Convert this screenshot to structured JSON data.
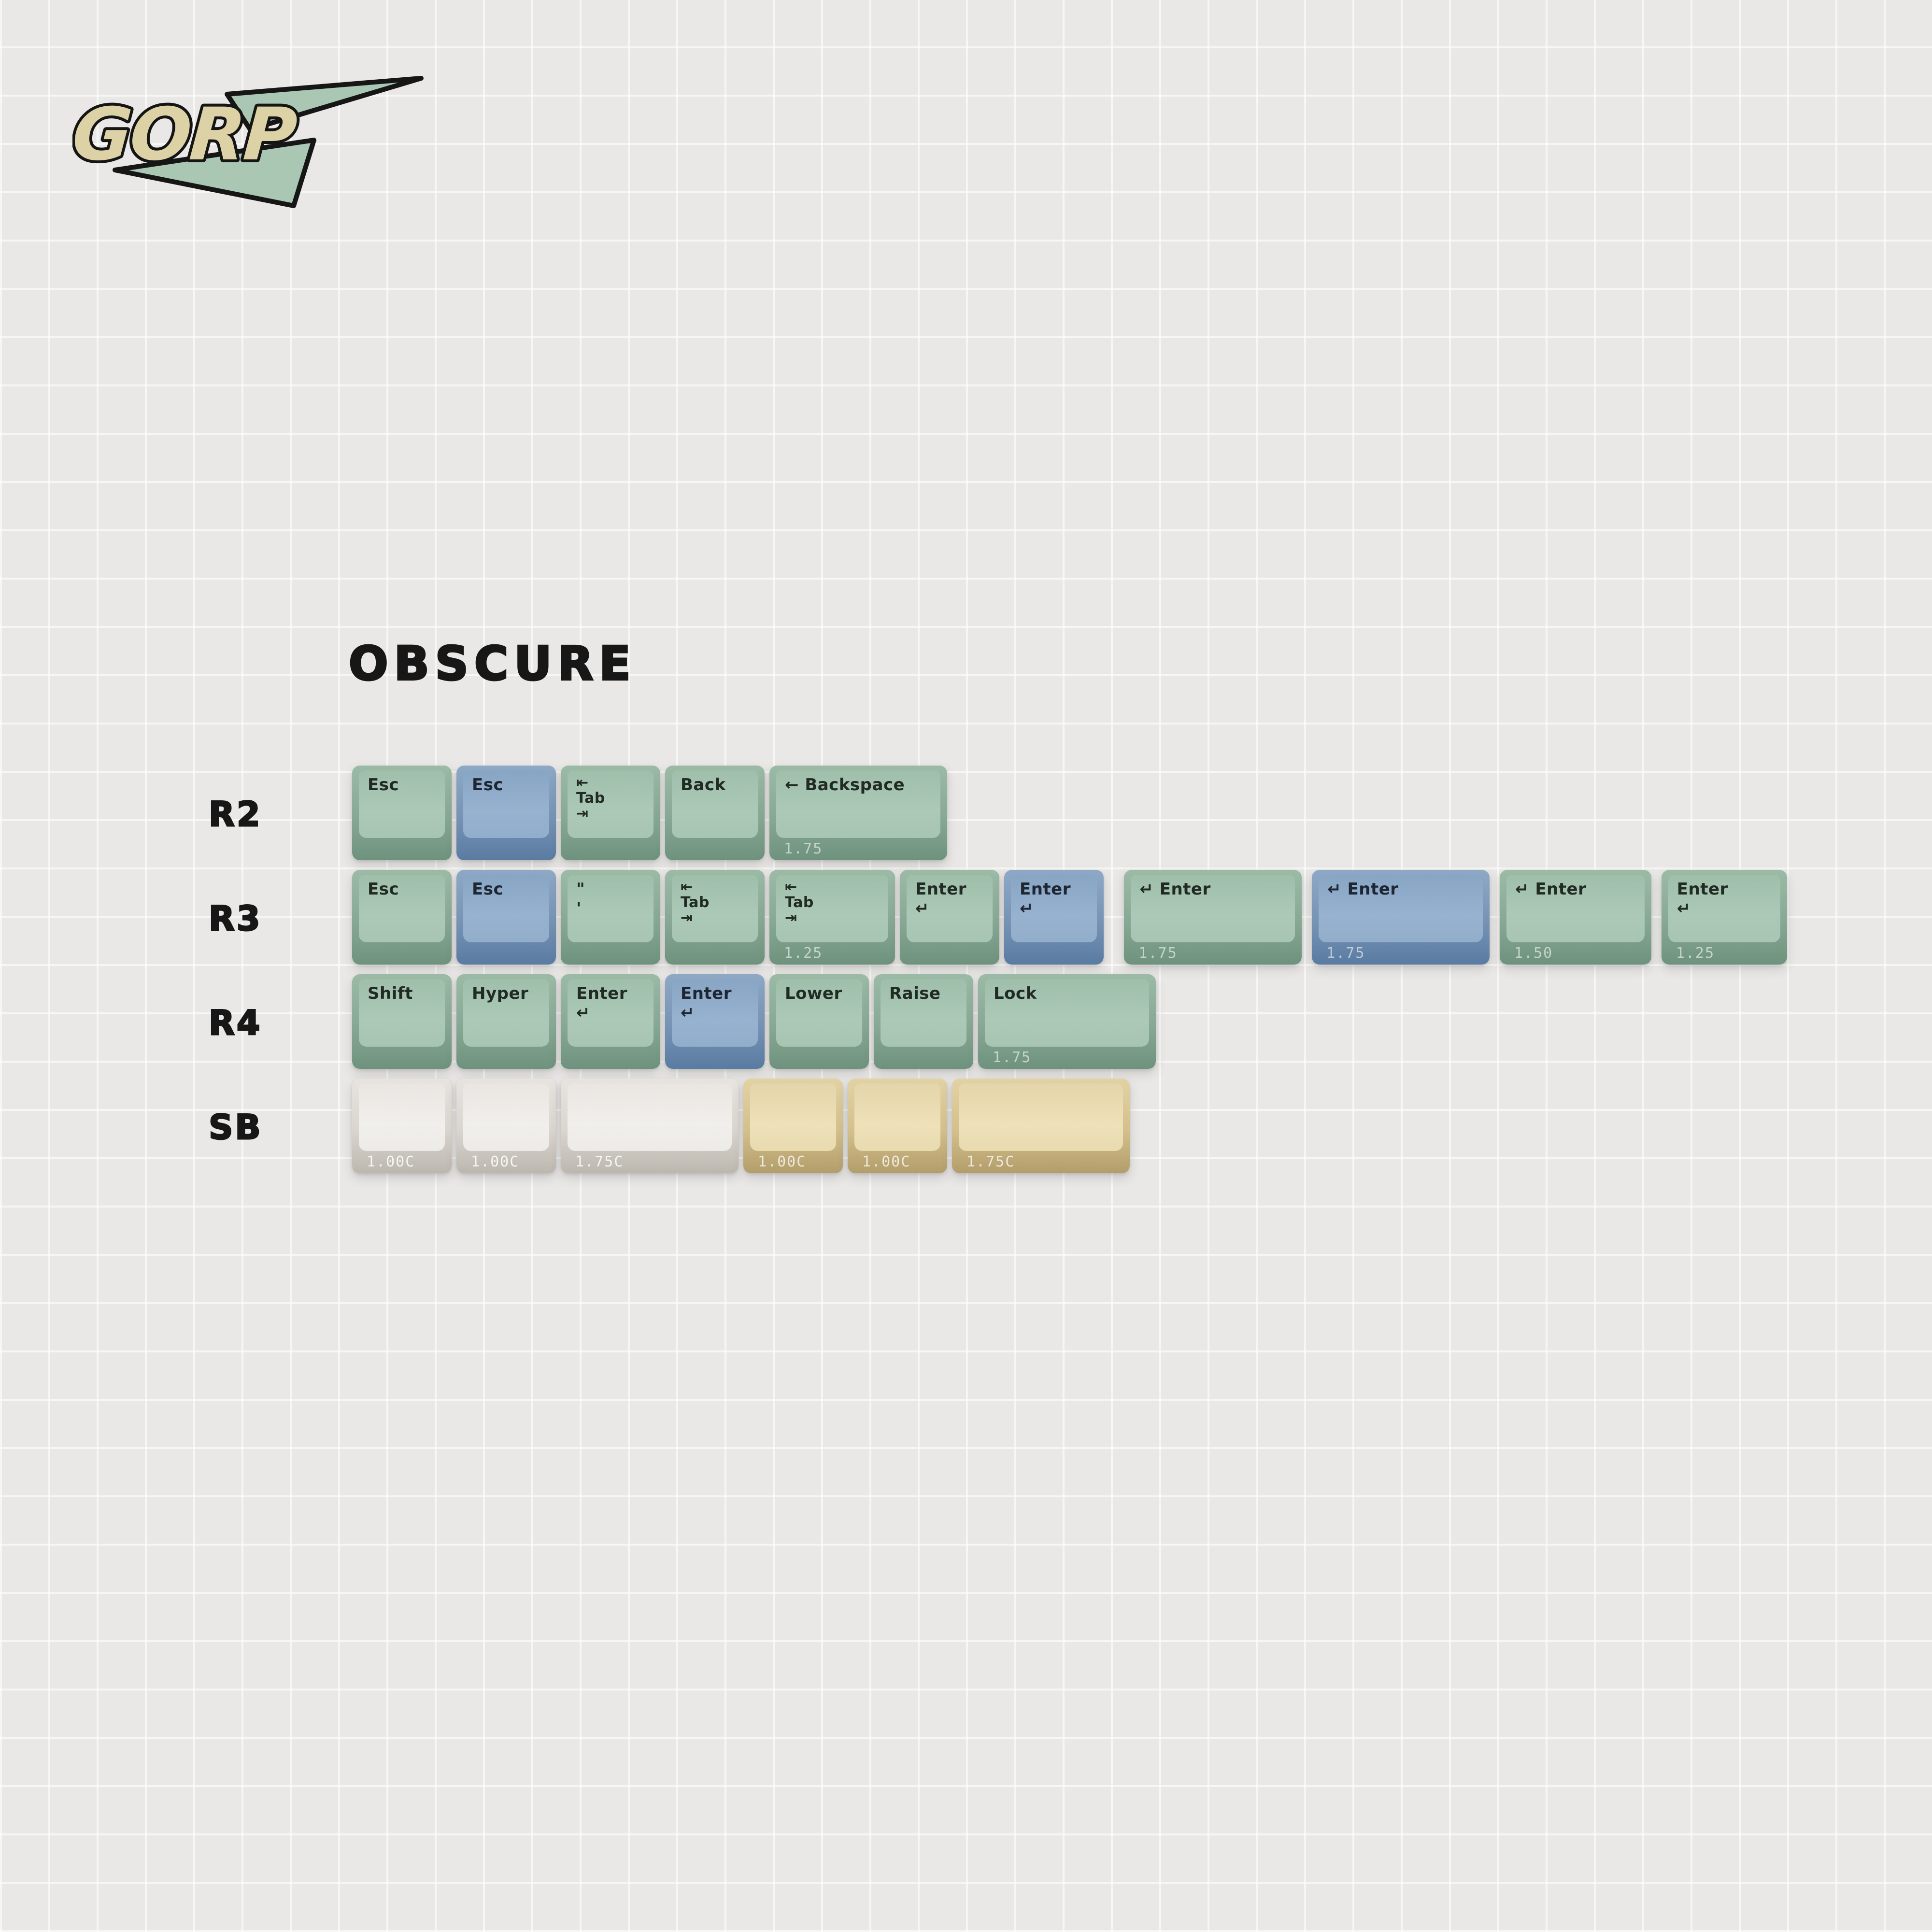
{
  "logo": {
    "text": "GORP"
  },
  "title": "OBSCURE",
  "colors": {
    "background": "#e9e8e6",
    "grid_line": "#ffffff",
    "green_top": "#abc9b6",
    "green_side": "#87a894",
    "blue_top": "#96b2cf",
    "blue_side": "#7693b5",
    "white_top": "#f1efeb",
    "white_side": "#d9d5cf",
    "beige_top": "#eee0b8",
    "beige_side": "#d4c08c",
    "legend": "#222a24",
    "size_label": "rgba(255,255,255,0.58)",
    "logo_fill": "#dcd2a6",
    "logo_green": "#a9c7b3"
  },
  "keyboard": {
    "rows": [
      {
        "label": "R2",
        "keys": [
          {
            "x": 0,
            "u": 1,
            "color": "green",
            "lines": [
              "Esc"
            ]
          },
          {
            "x": 1,
            "u": 1,
            "color": "blue",
            "lines": [
              "Esc"
            ]
          },
          {
            "x": 2,
            "u": 1,
            "color": "green",
            "lines": [
              "⇤",
              "Tab",
              "⇥"
            ]
          },
          {
            "x": 3,
            "u": 1,
            "color": "green",
            "lines": [
              "Back"
            ]
          },
          {
            "x": 4,
            "u": 1.75,
            "color": "green",
            "lines": [
              "← Backspace"
            ],
            "size": "1.75"
          }
        ]
      },
      {
        "label": "R3",
        "keys": [
          {
            "x": 0,
            "u": 1,
            "color": "green",
            "lines": [
              "Esc"
            ]
          },
          {
            "x": 1,
            "u": 1,
            "color": "blue",
            "lines": [
              "Esc"
            ]
          },
          {
            "x": 2,
            "u": 1,
            "color": "green",
            "lines": [
              "\"",
              "'"
            ]
          },
          {
            "x": 3,
            "u": 1,
            "color": "green",
            "lines": [
              "⇤",
              "Tab",
              "⇥"
            ]
          },
          {
            "x": 4,
            "u": 1.25,
            "color": "green",
            "lines": [
              "⇤",
              "Tab",
              "⇥"
            ],
            "size": "1.25"
          },
          {
            "x": 5.25,
            "u": 1,
            "color": "green",
            "lines": [
              "Enter",
              "↵"
            ]
          },
          {
            "x": 6.25,
            "u": 1,
            "color": "blue",
            "lines": [
              "Enter",
              "↵"
            ]
          },
          {
            "x": 7.4,
            "u": 1.75,
            "color": "green",
            "lines": [
              "↵ Enter"
            ],
            "size": "1.75"
          },
          {
            "x": 9.2,
            "u": 1.75,
            "color": "blue",
            "lines": [
              "↵ Enter"
            ],
            "size": "1.75"
          },
          {
            "x": 11.0,
            "u": 1.5,
            "color": "green",
            "lines": [
              "↵ Enter"
            ],
            "size": "1.50"
          },
          {
            "x": 12.55,
            "u": 1.25,
            "color": "green",
            "lines": [
              "Enter",
              "↵"
            ],
            "size": "1.25"
          }
        ]
      },
      {
        "label": "R4",
        "keys": [
          {
            "x": 0,
            "u": 1,
            "color": "green",
            "lines": [
              "Shift"
            ]
          },
          {
            "x": 1,
            "u": 1,
            "color": "green",
            "lines": [
              "Hyper"
            ]
          },
          {
            "x": 2,
            "u": 1,
            "color": "green",
            "lines": [
              "Enter",
              "↵"
            ]
          },
          {
            "x": 3,
            "u": 1,
            "color": "blue",
            "lines": [
              "Enter",
              "↵"
            ]
          },
          {
            "x": 4,
            "u": 1,
            "color": "green",
            "lines": [
              "Lower"
            ]
          },
          {
            "x": 5,
            "u": 1,
            "color": "green",
            "lines": [
              "Raise"
            ]
          },
          {
            "x": 6,
            "u": 1.75,
            "color": "green",
            "lines": [
              "Lock"
            ],
            "size": "1.75"
          }
        ]
      },
      {
        "label": "SB",
        "keys": [
          {
            "x": 0,
            "u": 1,
            "color": "white",
            "lines": [],
            "size": "1.00C"
          },
          {
            "x": 1,
            "u": 1,
            "color": "white",
            "lines": [],
            "size": "1.00C"
          },
          {
            "x": 2,
            "u": 1.75,
            "color": "white",
            "lines": [],
            "size": "1.75C"
          },
          {
            "x": 3.75,
            "u": 1,
            "color": "beige",
            "lines": [],
            "size": "1.00C"
          },
          {
            "x": 4.75,
            "u": 1,
            "color": "beige",
            "lines": [],
            "size": "1.00C"
          },
          {
            "x": 5.75,
            "u": 1.75,
            "color": "beige",
            "lines": [],
            "size": "1.75C"
          }
        ]
      }
    ]
  }
}
